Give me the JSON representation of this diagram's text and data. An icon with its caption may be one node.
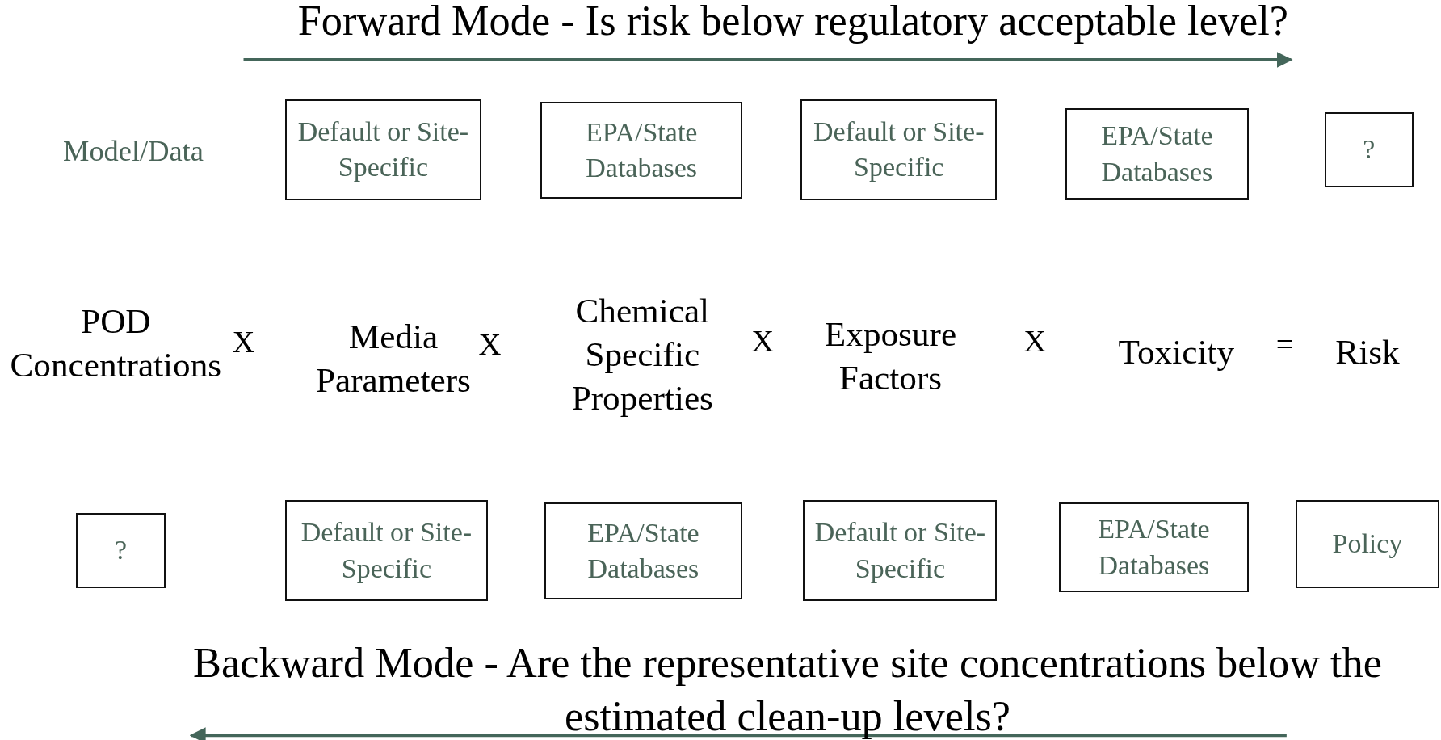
{
  "diagram": {
    "nodes": [
      {
        "text": [
          "Default or Site-Specific"
        ]
      },
      {
        "text": [
          "EPA/State Databases"
        ]
      },
      {
        "text": [
          "Default or Site-Specific"
        ]
      },
      {
        "text": [
          "EPA/State Databases"
        ]
      },
      {
        "text": [
          "?"
        ]
      },
      {
        "text": [
          "?"
        ]
      },
      {
        "text": [
          "Default or Site-Specific"
        ]
      },
      {
        "text": [
          "EPA/State Databases"
        ]
      },
      {
        "text": [
          "Default or Site-Specific"
        ]
      },
      {
        "text": [
          "EPA/State Databases"
        ]
      },
      {
        "text": [
          "Policy"
        ]
      }
    ],
    "labels": [
      "Forward Mode - Is risk below regulatory acceptable level?",
      "Model/Data",
      "POD Concentrations",
      "X",
      "Media Parameters",
      "X",
      "Chemical Specific Properties",
      "X",
      "Exposure Factors",
      "X",
      "Toxicity",
      "=",
      "Risk",
      "Backward Mode - Are the representative site concentrations below the estimated clean-up levels?"
    ]
  }
}
